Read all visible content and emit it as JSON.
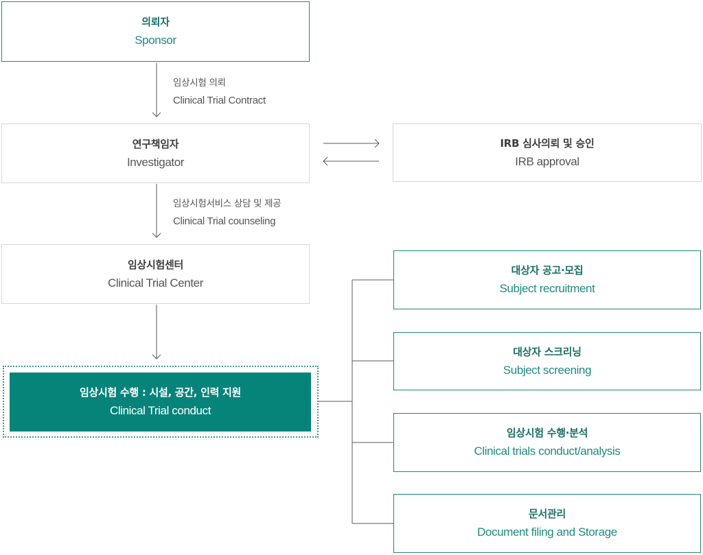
{
  "nodes": {
    "sponsor": {
      "ko": "의뢰자",
      "en": "Sponsor"
    },
    "investigator": {
      "ko": "연구책임자",
      "en": "Investigator"
    },
    "irb": {
      "ko": "IRB 심사의뢰 및 승인",
      "en": "IRB approval"
    },
    "center": {
      "ko": "임상시험센터",
      "en": "Clinical Trial Center"
    },
    "conduct": {
      "ko": "임상시험 수행 : 시설, 공간, 인력 지원",
      "en": "Clinical Trial conduct"
    },
    "recruitment": {
      "ko": "대상자 공고·모집",
      "en": "Subject recruitment"
    },
    "screening": {
      "ko": "대상자 스크리닝",
      "en": "Subject screening"
    },
    "analysis": {
      "ko": "임상시험 수행·분석",
      "en": "Clinical trials conduct/analysis"
    },
    "document": {
      "ko": "문서관리",
      "en": "Document filing and Storage"
    }
  },
  "edges": {
    "contract": {
      "ko": "임상시험 의뢰",
      "en": "Clinical Trial Contract"
    },
    "counseling": {
      "ko": "임상시험서비스 상담 및 제공",
      "en": "Clinical Trial counseling"
    }
  },
  "colors": {
    "teal_border": "#1a8a7d",
    "teal_fill": "#06847a",
    "gray_border": "#d6d6d6",
    "line": "#555555"
  }
}
